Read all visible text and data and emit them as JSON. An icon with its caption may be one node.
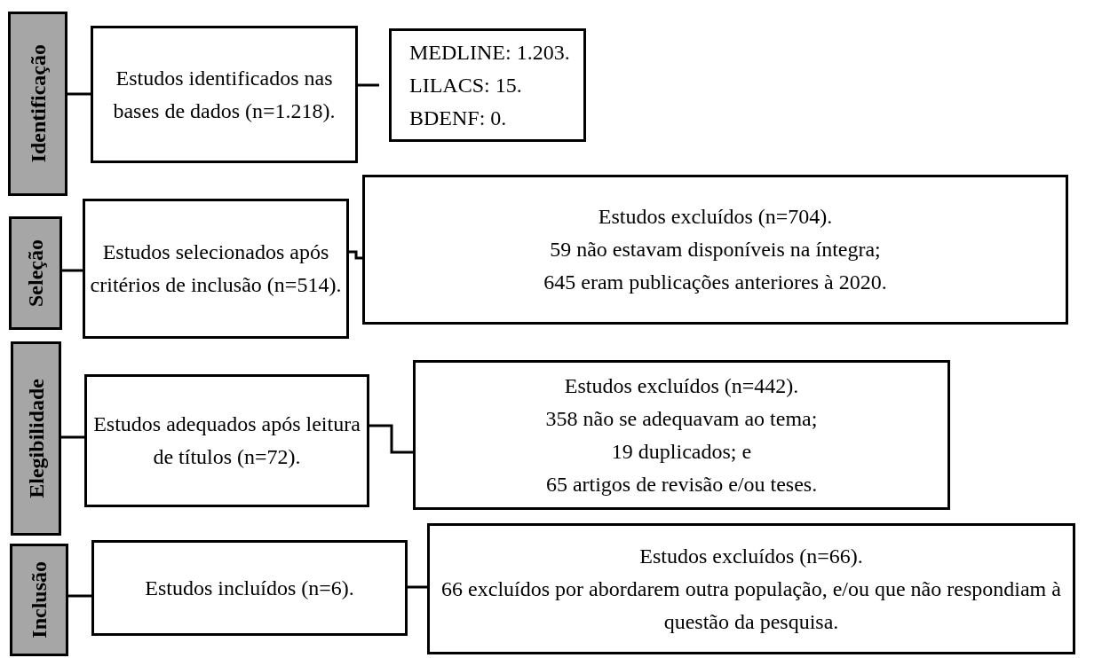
{
  "diagram": {
    "nodes": [
      {
        "text": [
          "Identificação"
        ]
      },
      {
        "text": [
          "Estudos identificados nas bases de dados (n=1.218)."
        ]
      },
      {
        "text": [
          "MEDLINE: 1.203.",
          "LILACS: 15.",
          "BDENF: 0."
        ]
      },
      {
        "text": [
          "Seleção"
        ]
      },
      {
        "text": [
          "Estudos selecionados após critérios de inclusão (n=514)."
        ]
      },
      {
        "text": [
          "Estudos excluídos (n=704).",
          "59 não estavam disponíveis na íntegra;",
          "645 eram publicações anteriores à 2020."
        ]
      },
      {
        "text": [
          "Elegibilidade"
        ]
      },
      {
        "text": [
          "Estudos adequados após leitura de títulos (n=72)."
        ]
      },
      {
        "text": [
          "Estudos excluídos (n=442).",
          "358 não se adequavam ao tema;",
          "19 duplicados; e",
          "65 artigos de revisão e/ou teses."
        ]
      },
      {
        "text": [
          "Inclusão"
        ]
      },
      {
        "text": [
          "Estudos incluídos (n=6)."
        ]
      },
      {
        "text": [
          "Estudos excluídos (n=66).",
          "66 excluídos por abordarem outra população, e/ou que não respondiam à questão da pesquisa."
        ]
      }
    ],
    "edges": [
      {
        "from": 0,
        "to": 1,
        "arrow": "none"
      },
      {
        "from": 1,
        "to": 2,
        "arrow": "none"
      },
      {
        "from": 3,
        "to": 4,
        "arrow": "none"
      },
      {
        "from": 4,
        "to": 5,
        "arrow": "none"
      },
      {
        "from": 6,
        "to": 7,
        "arrow": "none"
      },
      {
        "from": 7,
        "to": 8,
        "arrow": "none"
      },
      {
        "from": 9,
        "to": 10,
        "arrow": "none"
      },
      {
        "from": 10,
        "to": 11,
        "arrow": "none"
      }
    ]
  }
}
